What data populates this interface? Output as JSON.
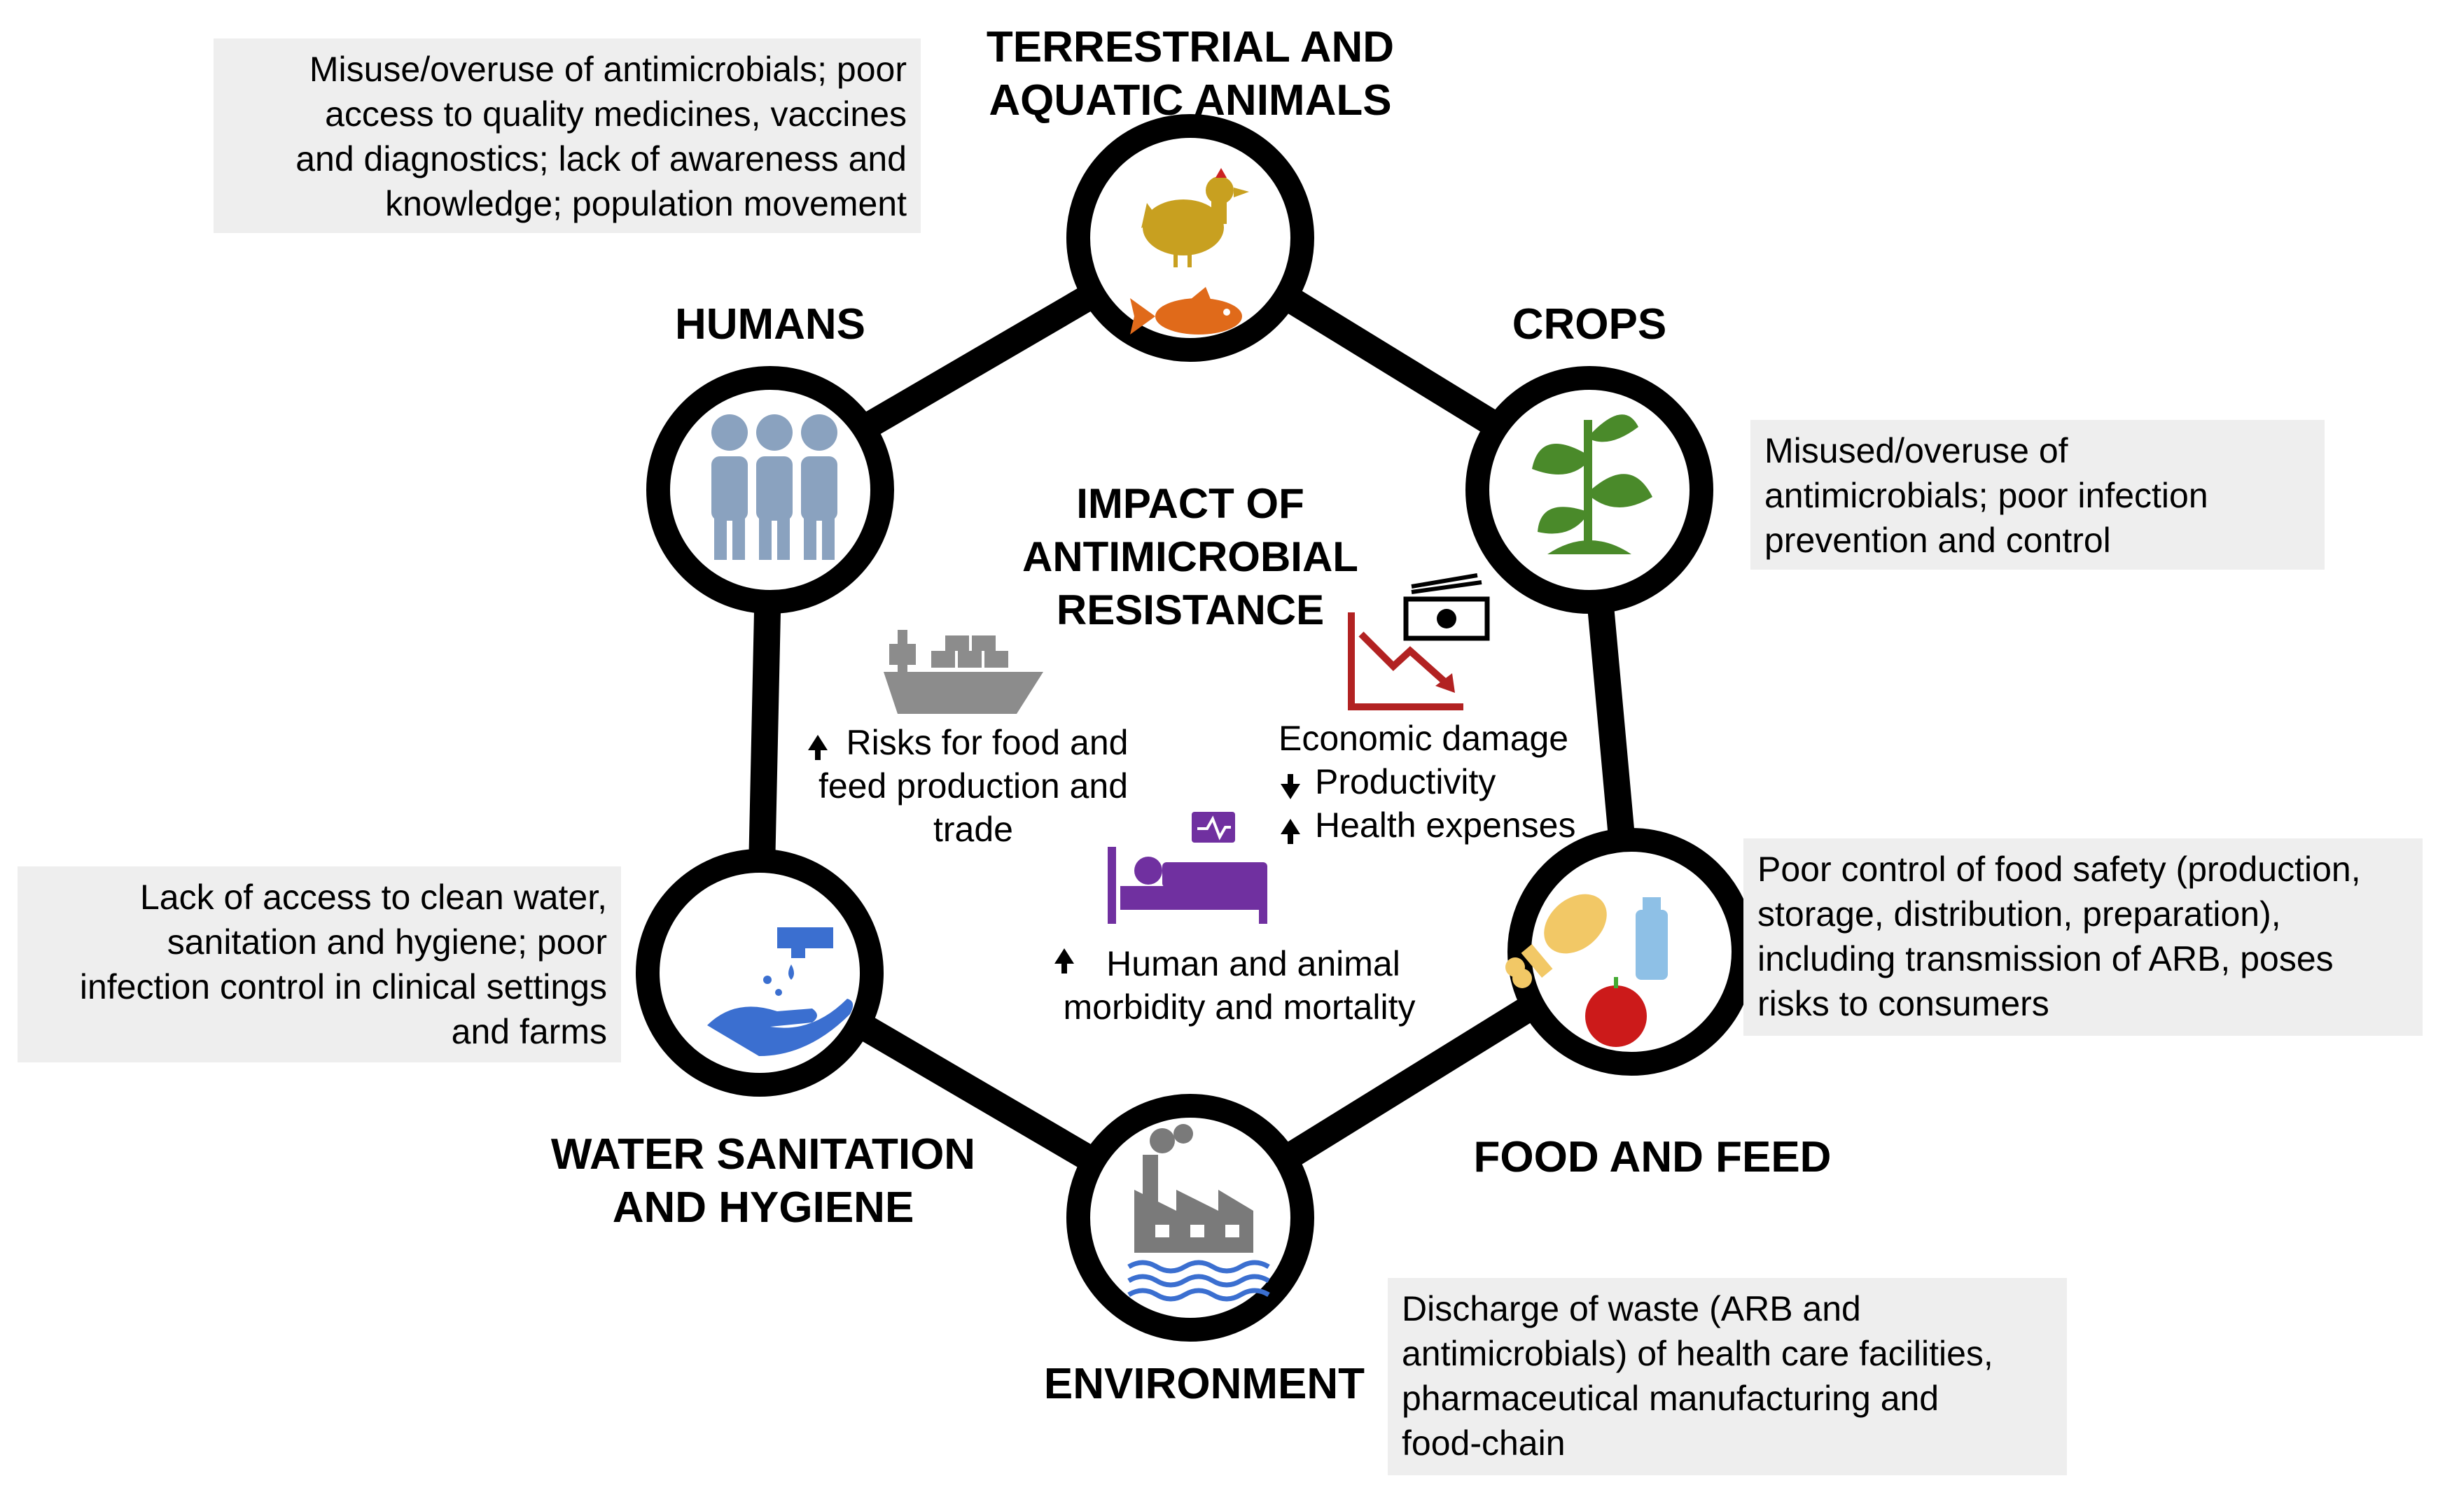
{
  "nodes": {
    "animals": {
      "label_lines": [
        "TERRESTRIAL AND",
        "AQUATIC ANIMALS"
      ],
      "icon": "chicken-fish-icon"
    },
    "crops": {
      "label_lines": [
        "CROPS"
      ],
      "icon": "plant-icon"
    },
    "food": {
      "label_lines": [
        "FOOD AND FEED"
      ],
      "icon": "food-icon"
    },
    "environment": {
      "label_lines": [
        "ENVIRONMENT"
      ],
      "icon": "factory-icon"
    },
    "water": {
      "label_lines": [
        "WATER SANITATION",
        "AND HYGIENE"
      ],
      "icon": "hand-washing-icon"
    },
    "humans": {
      "label_lines": [
        "HUMANS"
      ],
      "icon": "people-icon"
    }
  },
  "boxes": {
    "humans": [
      "Misuse/overuse of antimicrobials; poor",
      "access to quality medicines, vaccines",
      "and diagnostics; lack of awareness and",
      "knowledge; population movement"
    ],
    "crops": [
      "Misused/overuse of",
      "antimicrobials; poor infection",
      "prevention and control"
    ],
    "food": [
      "Poor control of food safety (production,",
      "storage, distribution, preparation),",
      "including transmission of ARB, poses",
      "risks to consumers"
    ],
    "environment": [
      "Discharge of waste (ARB and",
      "antimicrobials) of health care facilities,",
      "pharmaceutical manufacturing and",
      "food-chain"
    ],
    "water": [
      "Lack of access to clean water,",
      "sanitation and hygiene; poor",
      "infection control in clinical settings",
      "and farms"
    ]
  },
  "center": {
    "title_lines": [
      "IMPACT OF",
      "ANTIMICROBIAL",
      "RESISTANCE"
    ],
    "trade_lines": [
      "Risks for food and",
      "feed production and",
      "trade"
    ],
    "economic_lines": [
      "Economic damage",
      "Productivity",
      "Health expenses"
    ],
    "morbidity_lines": [
      "Human and animal",
      "morbidity and mortality"
    ]
  },
  "colors": {
    "ring": "#000000",
    "box_bg": "#eeeeee",
    "chicken": "#c8a020",
    "fish": "#e06a1a",
    "plant": "#4a8a2a",
    "people": "#8aa2bf",
    "hand": "#3b6fd0",
    "factory": "#7a7a7a",
    "waves": "#3b6fd0",
    "ship": "#8c8c8c",
    "economy": "#b22222",
    "bed": "#7030a0",
    "chicken_leg": "#f2c866",
    "apple": "#cc1a1a",
    "bottle": "#8ec0e6"
  }
}
